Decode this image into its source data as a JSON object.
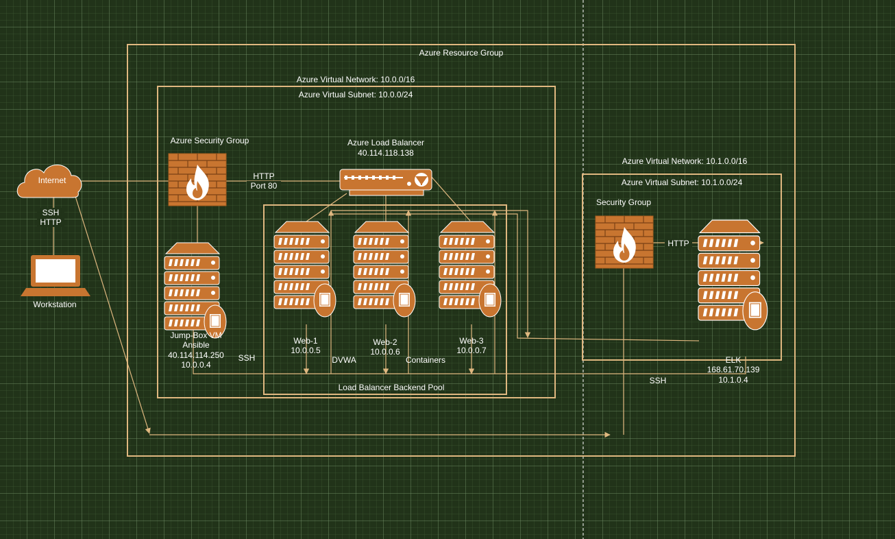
{
  "groups": {
    "resource_group": "Azure Resource Group",
    "vnet1": "Azure Virtual  Network: 10.0.0/16",
    "subnet1": "Azure Virtual Subnet: 10.0.0/24",
    "vnet2": "Azure Virtual Network: 10.1.0.0/16",
    "subnet2": "Azure Virtual Subnet: 10.1.0.0/24",
    "backend_pool": "Load Balancer Backend Pool"
  },
  "nodes": {
    "internet": "Internet",
    "workstation": "Workstation",
    "security_group_1": "Azure Security Group",
    "load_balancer": {
      "name": "Azure Load Balancer",
      "ip": "40.114.118.138"
    },
    "jumpbox": {
      "name": "Jump-Box VM",
      "role": "Ansible",
      "public_ip": "40.114.114.250",
      "private_ip": "10.0.0.4"
    },
    "web1": {
      "name": "Web-1",
      "ip": "10.0.0.5"
    },
    "web2": {
      "name": "Web-2",
      "ip": "10.0.0.6"
    },
    "web3": {
      "name": "Web-3",
      "ip": "10.0.0.7"
    },
    "security_group_2": "Security Group",
    "elk": {
      "name": "ELK",
      "public_ip": "168.61.70.139",
      "private_ip": "10.1.0.4"
    }
  },
  "edge_labels": {
    "ssh_http_1": "SSH",
    "ssh_http_2": "HTTP",
    "http_port_1": "HTTP",
    "http_port_2": "Port 80",
    "ssh_jump": "SSH",
    "dvwa": "DVWA",
    "containers": "Containers",
    "http_elk": "HTTP",
    "ssh_elk": "SSH"
  },
  "colors": {
    "icon_fill": "#c87530",
    "icon_dark": "#a85e20",
    "line": "#e0b880",
    "text": "#ffffff"
  }
}
